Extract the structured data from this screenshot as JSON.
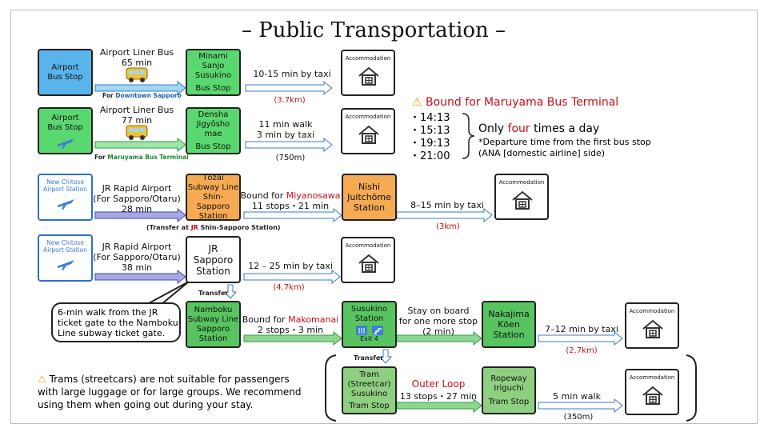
{
  "title": "– Public Transportation –",
  "colors": {
    "blue_box": "#5ab4ec",
    "green_box": "#5ad870",
    "orange_box": "#f6ab52",
    "subway_green": "#57c460",
    "tram_green": "#8fcf80",
    "red": "#c8101a"
  },
  "row1": {
    "origin": [
      "Airport",
      "Bus Stop"
    ],
    "bus": [
      "Airport Liner Bus",
      "65 min"
    ],
    "for_prefix": "For ",
    "for_dest": "Downtown Sapporo",
    "stop": [
      "Minami Sanjo",
      "Susukino",
      "Bus Stop"
    ],
    "taxi": "10-15 min by taxi",
    "distance": "(3.7km)",
    "acc": "Accommodation"
  },
  "row2": {
    "origin": [
      "Airport",
      "Bus Stop"
    ],
    "bus": [
      "Airport Liner Bus",
      "77 min"
    ],
    "for_prefix": "For ",
    "for_dest": "Maruyama Bus Terminal",
    "stop": [
      "Densha",
      "Jigyōsho mae",
      "Bus Stop"
    ],
    "walk": [
      "11 min walk",
      "3 min by taxi"
    ],
    "distance": "(750m)",
    "acc": "Accommodation"
  },
  "notice": {
    "heading": "Bound for Maruyama Bus Terminal",
    "times": [
      "・14:13",
      "・15:13",
      "・19:13",
      "・21:00"
    ],
    "only_a": "Only ",
    "only_b": "four",
    "only_c": " times a day",
    "note1": "*Departure time from the first bus stop",
    "note2": "(ANA [domestic airline] side)"
  },
  "row3": {
    "origin": [
      "New Chitose",
      "Airport Station"
    ],
    "train": [
      "JR Rapid Airport",
      "(For Sapporo/Otaru)",
      "28 min"
    ],
    "stop": [
      "Tōzai",
      "Subway Line",
      "Shin-Sapporo",
      "Station"
    ],
    "bound_prefix": "Bound for ",
    "bound_dest": "Miyanosawa",
    "stops": "11 stops・21 min",
    "stop2": [
      "Nishi",
      "Juitchōme",
      "Station"
    ],
    "taxi": "8–15 min by taxi",
    "distance": "(3km)",
    "transfer_a": "(Transfer at ",
    "transfer_b": "JR",
    "transfer_c": " Shin-Sapporo Station)",
    "acc": "Accommodation"
  },
  "row4": {
    "origin": [
      "New Chitose",
      "Airport Station"
    ],
    "train": [
      "JR Rapid Airport",
      "(For Sapporo/Otaru)",
      "38 min"
    ],
    "stop": [
      "JR",
      "Sapporo",
      "Station"
    ],
    "taxi": "12 – 25 min by taxi",
    "distance": "(4.7km)",
    "transfer": "Transfer",
    "acc": "Accommodation"
  },
  "bubble": [
    "6-min walk from the JR",
    "ticket gate to the Namboku",
    "Line subway ticket gate."
  ],
  "row5": {
    "stop": [
      "Namboku",
      "Subway Line",
      "Sapporo",
      "Station"
    ],
    "bound_prefix": "Bound for ",
    "bound_dest": "Makomanai",
    "stops": "2 stops・3 min",
    "stop2": [
      "Susukino",
      "Station"
    ],
    "exit": "Exit 4",
    "stay": [
      "Stay on board",
      "for one more stop",
      "(2 min)"
    ],
    "stop3": [
      "Nakajima",
      "Kōen",
      "Station"
    ],
    "taxi": "7–12 min by taxi",
    "distance": "(2.7km)",
    "transfer": "Transfer",
    "acc": "Accommodation"
  },
  "row6": {
    "stop": [
      "Tram",
      "(Streetcar)",
      "Susukino",
      "Tram Stop"
    ],
    "loop": "Outer Loop",
    "stops": "13 stops・27 min",
    "stop2": [
      "Ropeway",
      "Iriguchi",
      "Tram Stop"
    ],
    "walk": "5 min walk",
    "distance": "(350m)",
    "acc": "Accommodation"
  },
  "warning": [
    "Trams (streetcars) are not suitable for passengers",
    "with large luggage or for large groups. We recommend",
    "using them when going out during your stay."
  ]
}
